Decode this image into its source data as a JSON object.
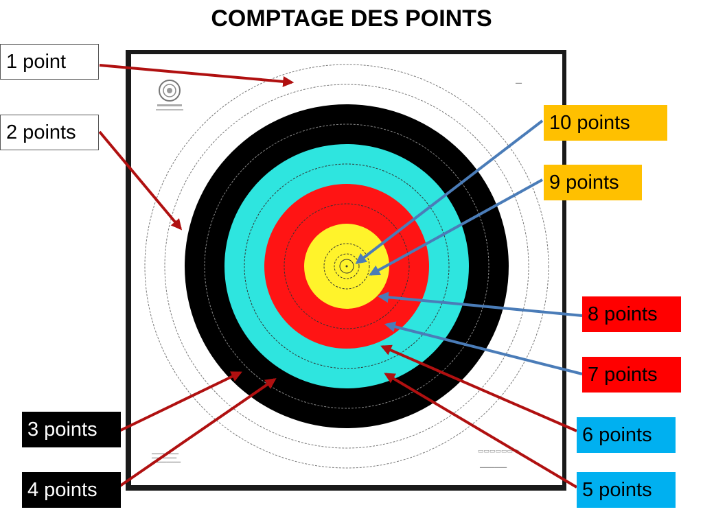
{
  "title": "COMPTAGE DES POINTS",
  "colors": {
    "ring_white": "#ffffff",
    "ring_black": "#000000",
    "ring_blue": "#2ee5df",
    "ring_red": "#ff1414",
    "ring_yellow": "#fff32b",
    "arrow_red": "#b01010",
    "arrow_blue": "#4a7cb8",
    "label_gold": "#ffc000",
    "label_red": "#ff0000",
    "label_blue": "#00b0f0",
    "label_black": "#000000"
  },
  "labels": [
    {
      "id": "1",
      "text": "1 point",
      "bg": "#ffffff",
      "fg": "#000000",
      "border": "#555555",
      "arrow": "#b01010"
    },
    {
      "id": "2",
      "text": "2 points",
      "bg": "#ffffff",
      "fg": "#000000",
      "border": "#555555",
      "arrow": "#b01010"
    },
    {
      "id": "10",
      "text": "10 points",
      "bg": "#ffc000",
      "fg": "#000000",
      "border": "",
      "arrow": "#4a7cb8"
    },
    {
      "id": "9",
      "text": "9 points",
      "bg": "#ffc000",
      "fg": "#000000",
      "border": "",
      "arrow": "#4a7cb8"
    },
    {
      "id": "8",
      "text": "8 points",
      "bg": "#ff0000",
      "fg": "#000000",
      "border": "",
      "arrow": "#4a7cb8"
    },
    {
      "id": "7",
      "text": "7 points",
      "bg": "#ff0000",
      "fg": "#000000",
      "border": "",
      "arrow": "#4a7cb8"
    },
    {
      "id": "6",
      "text": "6 points",
      "bg": "#00b0f0",
      "fg": "#000000",
      "border": "",
      "arrow": "#b01010"
    },
    {
      "id": "5",
      "text": "5 points",
      "bg": "#00b0f0",
      "fg": "#000000",
      "border": "",
      "arrow": "#b01010"
    },
    {
      "id": "3",
      "text": "3 points",
      "bg": "#000000",
      "fg": "#ffffff",
      "border": "",
      "arrow": "#b01010"
    },
    {
      "id": "4",
      "text": "4 points",
      "bg": "#000000",
      "fg": "#ffffff",
      "border": "",
      "arrow": "#b01010"
    }
  ]
}
